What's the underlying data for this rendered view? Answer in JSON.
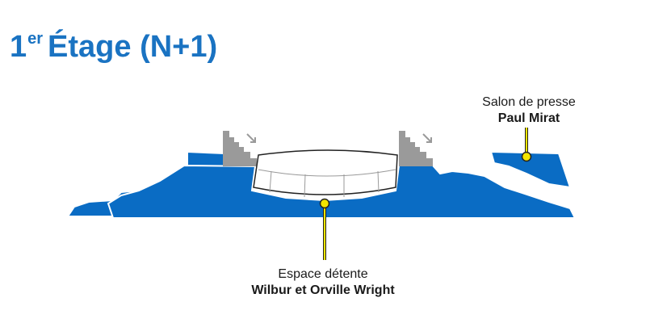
{
  "header": {
    "floor_number": "1",
    "floor_suffix": "er",
    "floor_label": "Étage (N+1)"
  },
  "pois": [
    {
      "line1": "Salon de presse",
      "line2": "Paul Mirat"
    },
    {
      "line1": "Espace détente",
      "line2": "Wilbur et Orville Wright"
    }
  ],
  "colors": {
    "title": "#1a73c2",
    "floor": "#0a6cc4",
    "pointer": "#f3e500",
    "stairs": "#9a9a9a"
  },
  "icons": [
    "stairs-down-icon",
    "stairs-down-icon"
  ]
}
